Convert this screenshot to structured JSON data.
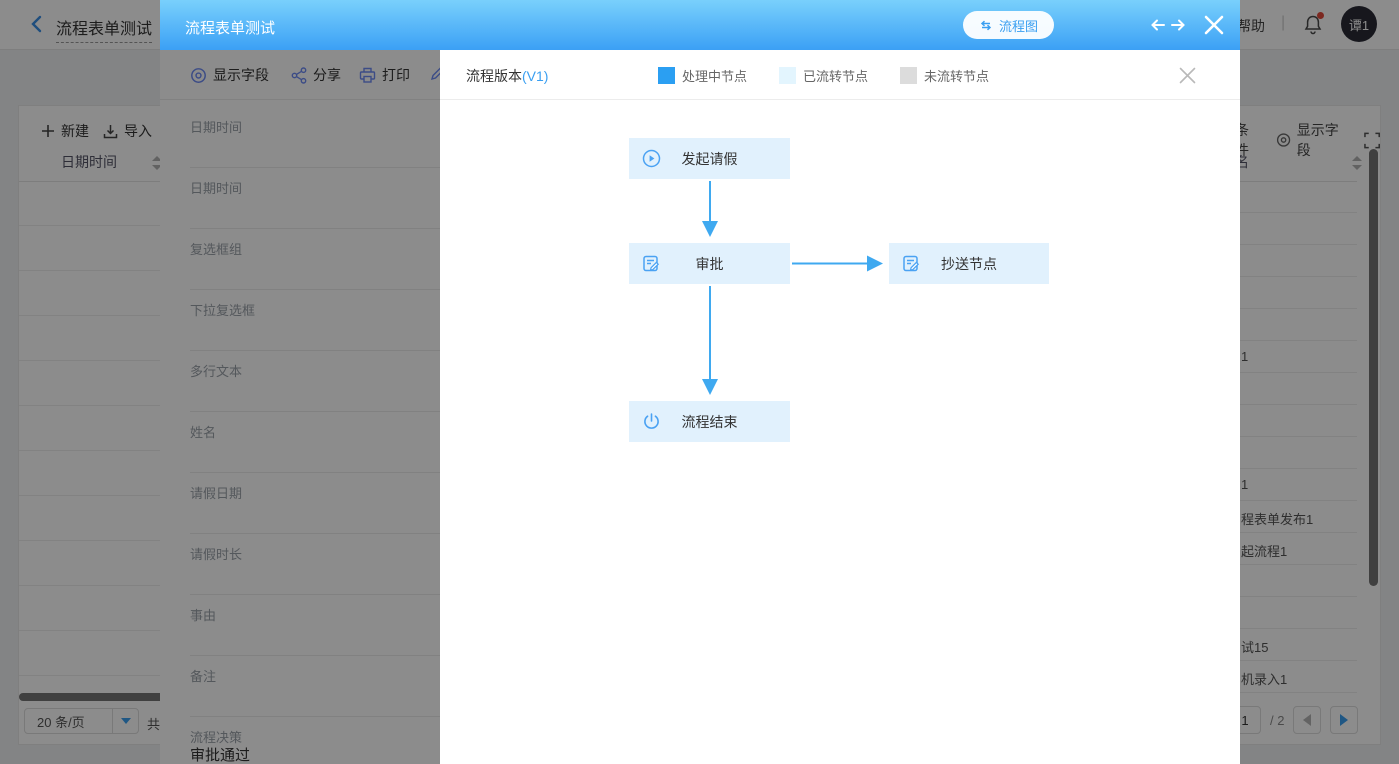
{
  "navbar": {
    "back_title": "流程表单测试",
    "help": "帮助",
    "avatar": "谭1"
  },
  "list_page": {
    "new_label": "新建",
    "import_label": "导入",
    "left_column_header": "日期时间",
    "page_size": "20 条/页",
    "total_prefix": "共",
    "filter_partial": "条件",
    "show_fields": "显示字段",
    "right_column_header": "名",
    "right_rows": [
      {
        "row": 6,
        "text": "1"
      },
      {
        "row": 10,
        "text": "1"
      },
      {
        "row": 11,
        "text": "程表单发布1"
      },
      {
        "row": 12,
        "text": "起流程1"
      },
      {
        "row": 15,
        "text": "试15"
      },
      {
        "row": 16,
        "text": "机录入1"
      }
    ],
    "pagination": {
      "current": "1",
      "total": "/ 2"
    }
  },
  "panel": {
    "title": "流程表单测试",
    "flow_chart_button": "流程图",
    "toolbar": {
      "show_fields": "显示字段",
      "share": "分享",
      "print": "打印"
    },
    "fields": [
      "日期时间",
      "日期时间",
      "复选框组",
      "下拉复选框",
      "多行文本",
      "姓名",
      "请假日期",
      "请假时长",
      "事由",
      "备注",
      "流程决策"
    ],
    "decision_value": "审批通过"
  },
  "modal": {
    "version_label": "流程版本",
    "version_value": "(V1)",
    "legend": [
      {
        "label": "处理中节点",
        "color": "#2b9ff2"
      },
      {
        "label": "已流转节点",
        "color": "#e3f5fe"
      },
      {
        "label": "未流转节点",
        "color": "#dcdcdc"
      }
    ],
    "nodes": [
      {
        "label": "发起请假",
        "icon": "play-circle-icon"
      },
      {
        "label": "审批",
        "icon": "edit-doc-icon"
      },
      {
        "label": "抄送节点",
        "icon": "edit-doc-icon"
      },
      {
        "label": "流程结束",
        "icon": "power-icon"
      }
    ],
    "colors": {
      "node_bg": "#e1f1fd",
      "arrow": "#3fa9f0",
      "accent_blue": "#3a9ff1",
      "header_gradient_top": "#79d0fc",
      "header_gradient_bottom": "#3ba0f5"
    }
  }
}
